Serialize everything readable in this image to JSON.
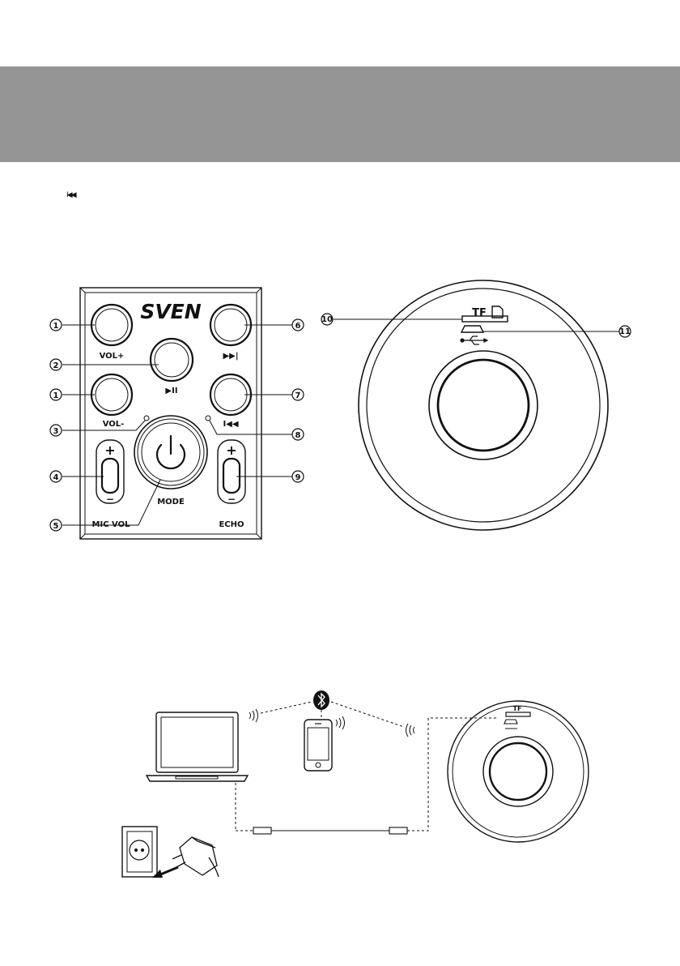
{
  "panel": {
    "brand": "SVEN",
    "vol_plus": "VOL+",
    "vol_minus": "VOL-",
    "next": "▶▶|",
    "play_pause": "▶II",
    "prev": "I◀◀",
    "mode": "MODE",
    "mic_vol": "MIC  VOL",
    "echo": "ECHO",
    "plus": "+",
    "minus": "−"
  },
  "top_view": {
    "tf": "TF"
  },
  "callouts": [
    "1",
    "2",
    "1",
    "3",
    "4",
    "5",
    "6",
    "7",
    "8",
    "9",
    "10",
    "11"
  ],
  "header_glyph": "I◀◀",
  "connection": {
    "tf": "TF"
  }
}
